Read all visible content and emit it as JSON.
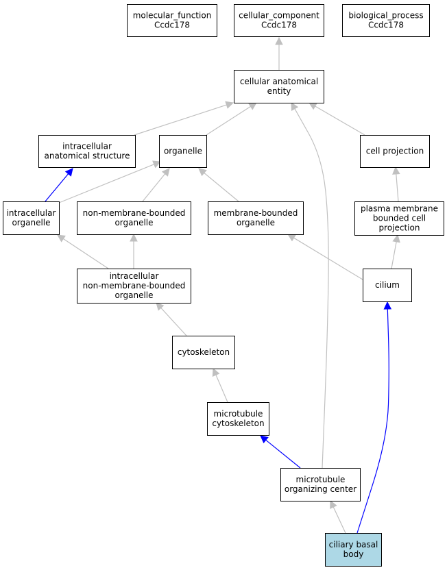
{
  "colors": {
    "edge_gray": "#c0c0c0",
    "edge_blue": "#0000ff",
    "highlight_fill": "#add8e6",
    "node_fill": "#ffffff",
    "border": "#000000"
  },
  "nodes": [
    {
      "id": "molecular_function",
      "lines": [
        "molecular_function",
        "Ccdc178"
      ]
    },
    {
      "id": "cellular_component",
      "lines": [
        "cellular_component",
        "Ccdc178"
      ]
    },
    {
      "id": "biological_process",
      "lines": [
        "biological_process",
        "Ccdc178"
      ]
    },
    {
      "id": "cellular_anatomical_entity",
      "lines": [
        "cellular anatomical",
        "entity"
      ]
    },
    {
      "id": "intracellular_anatomical_structure",
      "lines": [
        "intracellular",
        "anatomical structure"
      ]
    },
    {
      "id": "organelle",
      "lines": [
        "organelle"
      ]
    },
    {
      "id": "cell_projection",
      "lines": [
        "cell projection"
      ]
    },
    {
      "id": "intracellular_organelle",
      "lines": [
        "intracellular",
        "organelle"
      ]
    },
    {
      "id": "non_membrane_bounded_organelle",
      "lines": [
        "non-membrane-bounded",
        "organelle"
      ]
    },
    {
      "id": "membrane_bounded_organelle",
      "lines": [
        "membrane-bounded",
        "organelle"
      ]
    },
    {
      "id": "plasma_membrane_bounded_cell_projection",
      "lines": [
        "plasma membrane",
        "bounded cell",
        "projection"
      ]
    },
    {
      "id": "intracellular_non_membrane_bounded_organelle",
      "lines": [
        "intracellular",
        "non-membrane-bounded",
        "organelle"
      ]
    },
    {
      "id": "cilium",
      "lines": [
        "cilium"
      ]
    },
    {
      "id": "cytoskeleton",
      "lines": [
        "cytoskeleton"
      ]
    },
    {
      "id": "microtubule_cytoskeleton",
      "lines": [
        "microtubule",
        "cytoskeleton"
      ]
    },
    {
      "id": "microtubule_organizing_center",
      "lines": [
        "microtubule",
        "organizing center"
      ]
    },
    {
      "id": "ciliary_basal_body",
      "lines": [
        "ciliary basal",
        "body"
      ],
      "highlight": true
    }
  ],
  "edges": [
    {
      "from": "cellular_anatomical_entity",
      "to": "cellular_component",
      "color": "gray"
    },
    {
      "from": "intracellular_anatomical_structure",
      "to": "cellular_anatomical_entity",
      "color": "gray"
    },
    {
      "from": "organelle",
      "to": "cellular_anatomical_entity",
      "color": "gray"
    },
    {
      "from": "cell_projection",
      "to": "cellular_anatomical_entity",
      "color": "gray"
    },
    {
      "from": "microtubule_organizing_center",
      "to": "cellular_anatomical_entity",
      "color": "gray"
    },
    {
      "from": "intracellular_organelle",
      "to": "intracellular_anatomical_structure",
      "color": "blue"
    },
    {
      "from": "intracellular_organelle",
      "to": "organelle",
      "color": "gray"
    },
    {
      "from": "non_membrane_bounded_organelle",
      "to": "organelle",
      "color": "gray"
    },
    {
      "from": "membrane_bounded_organelle",
      "to": "organelle",
      "color": "gray"
    },
    {
      "from": "plasma_membrane_bounded_cell_projection",
      "to": "cell_projection",
      "color": "gray"
    },
    {
      "from": "intracellular_non_membrane_bounded_organelle",
      "to": "intracellular_organelle",
      "color": "gray"
    },
    {
      "from": "intracellular_non_membrane_bounded_organelle",
      "to": "non_membrane_bounded_organelle",
      "color": "gray"
    },
    {
      "from": "cilium",
      "to": "membrane_bounded_organelle",
      "color": "gray"
    },
    {
      "from": "cilium",
      "to": "plasma_membrane_bounded_cell_projection",
      "color": "gray"
    },
    {
      "from": "cytoskeleton",
      "to": "intracellular_non_membrane_bounded_organelle",
      "color": "gray"
    },
    {
      "from": "microtubule_cytoskeleton",
      "to": "cytoskeleton",
      "color": "gray"
    },
    {
      "from": "microtubule_organizing_center",
      "to": "microtubule_cytoskeleton",
      "color": "blue"
    },
    {
      "from": "ciliary_basal_body",
      "to": "microtubule_organizing_center",
      "color": "gray"
    },
    {
      "from": "ciliary_basal_body",
      "to": "cilium",
      "color": "blue"
    }
  ]
}
